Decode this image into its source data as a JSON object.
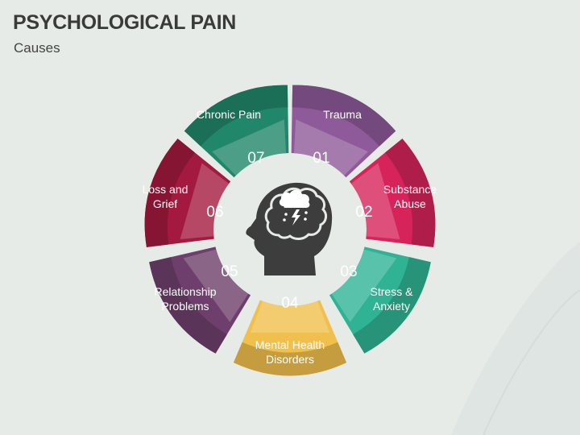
{
  "header": {
    "title": "PSYCHOLOGICAL PAIN",
    "subtitle": "Causes"
  },
  "colors": {
    "background": "#e6ebe8",
    "head": "#3d3d3d",
    "trauma": "#8e5a9a",
    "substance_abuse": "#d6245a",
    "stress_anxiety": "#2fb394",
    "mental_health": "#f0bf4c",
    "relationship": "#6e3f6c",
    "loss_grief": "#a4193f",
    "chronic_pain": "#21876a"
  },
  "segments": [
    {
      "number": "01",
      "label_lines": [
        "Trauma"
      ]
    },
    {
      "number": "02",
      "label_lines": [
        "Substance",
        "Abuse"
      ]
    },
    {
      "number": "03",
      "label_lines": [
        "Stress &",
        "Anxiety"
      ]
    },
    {
      "number": "04",
      "label_lines": [
        "Mental Health",
        "Disorders"
      ]
    },
    {
      "number": "05",
      "label_lines": [
        "Relationship",
        "Problems"
      ]
    },
    {
      "number": "06",
      "label_lines": [
        "Loss and",
        "Grief"
      ]
    },
    {
      "number": "07",
      "label_lines": [
        "Chronic Pain"
      ]
    }
  ],
  "center_icon": "head-with-storm-cloud-brain-icon"
}
